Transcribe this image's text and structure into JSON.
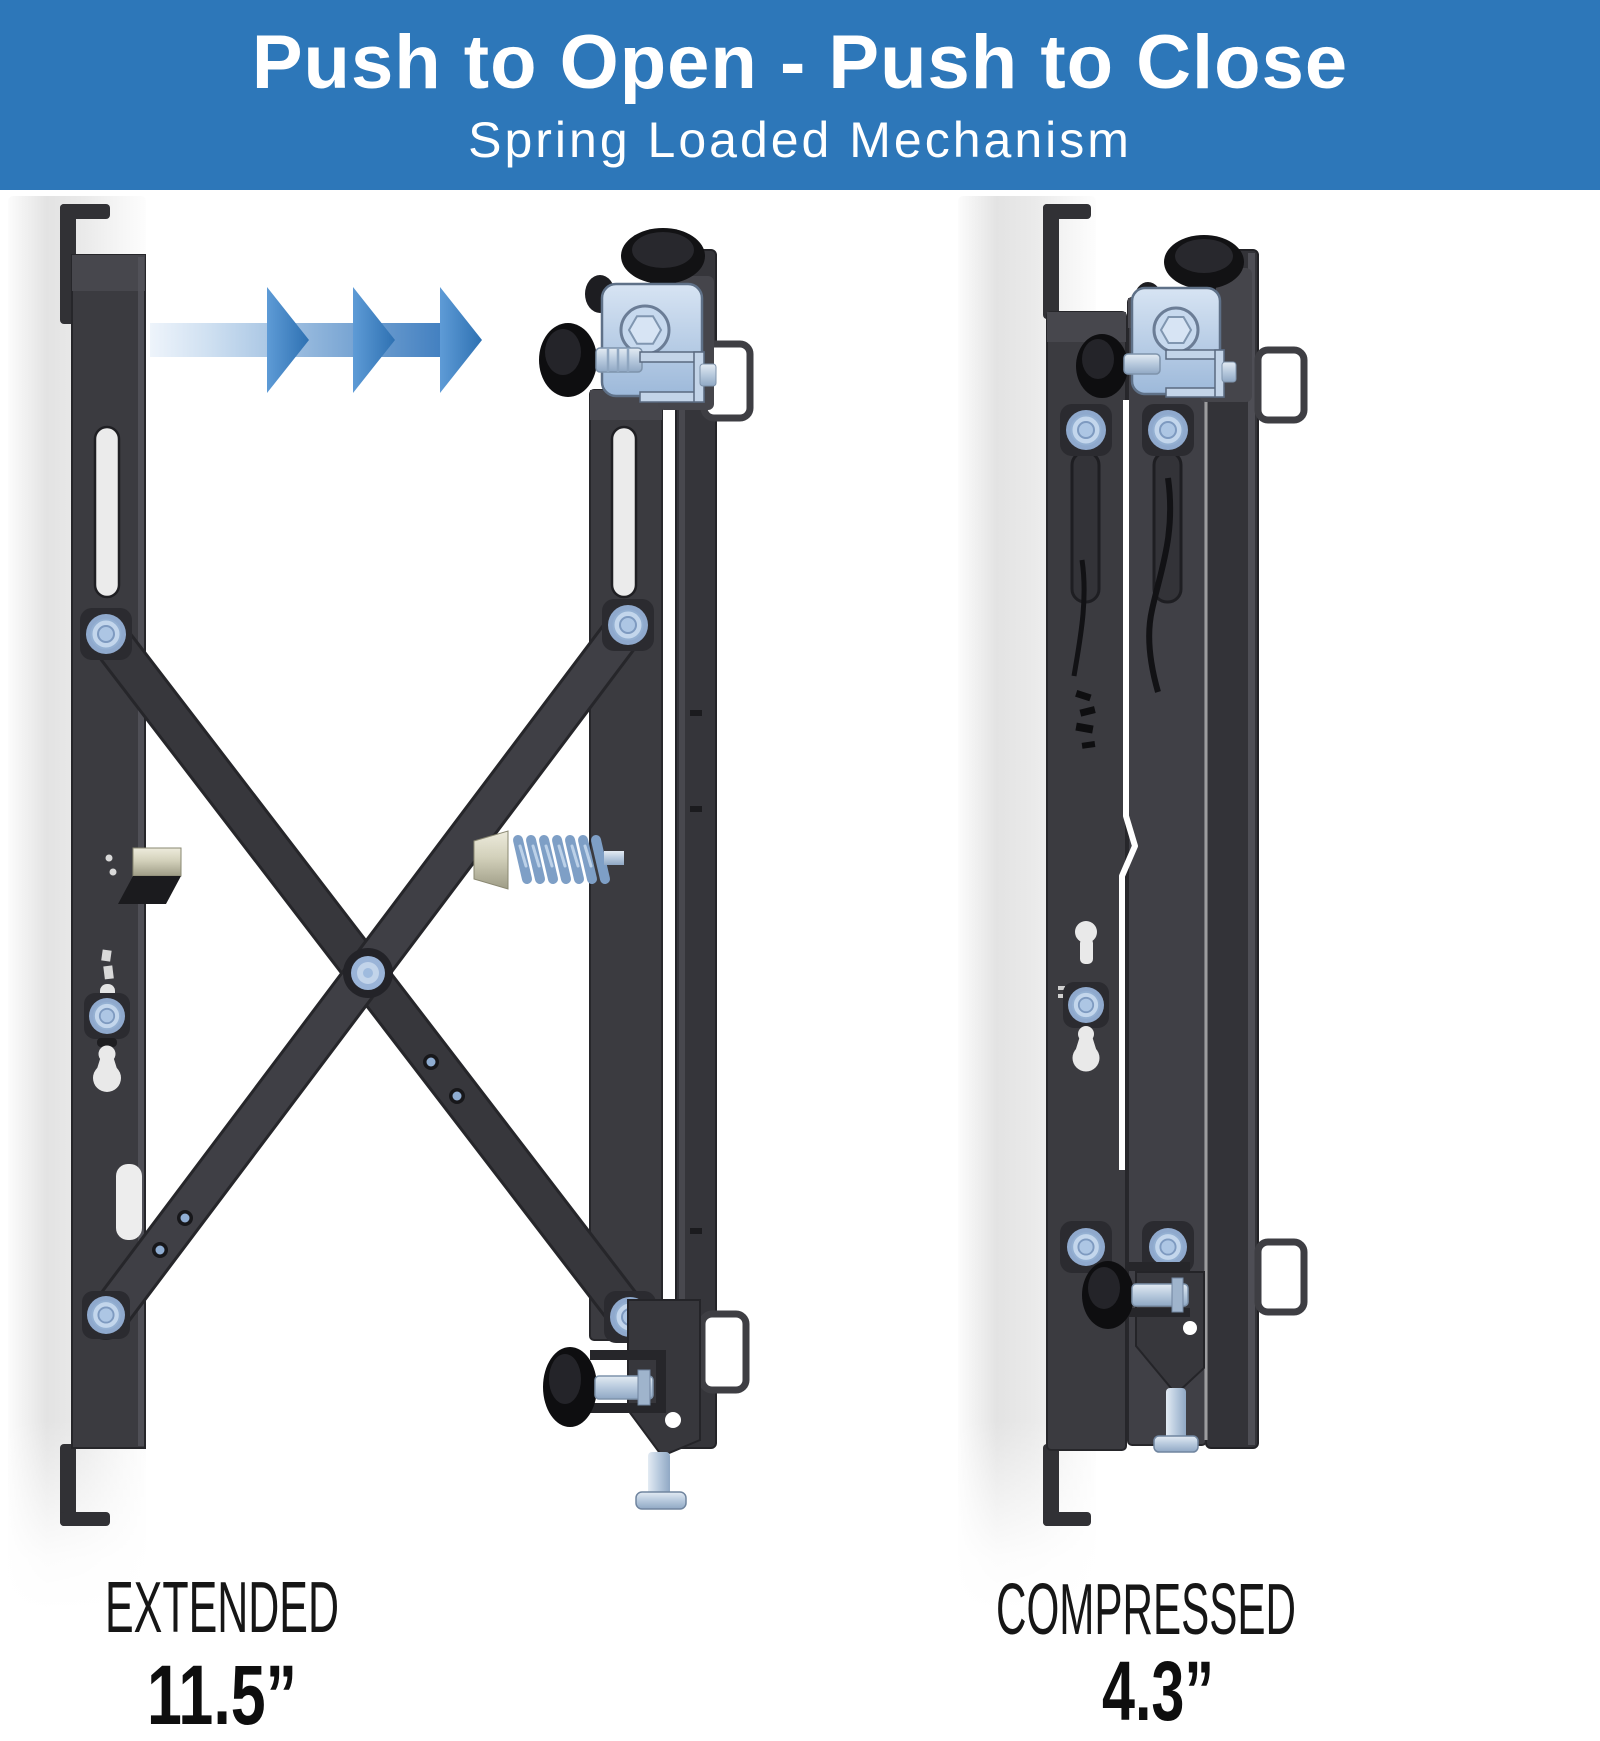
{
  "header": {
    "title": "Push to Open - Push to Close",
    "subtitle": "Spring Loaded Mechanism",
    "background_color": "#2d77b9",
    "text_color": "#ffffff"
  },
  "figures": {
    "extended": {
      "label": "EXTENDED",
      "value": "11.5”"
    },
    "compressed": {
      "label": "COMPRESSED",
      "value": "4.3”"
    }
  },
  "icons": {
    "direction_arrows": "triple-chevron-right-arrow"
  },
  "colors": {
    "header_blue": "#2d77b9",
    "arrow_blue": "#3b81c2",
    "metal_dark": "#3b3b40",
    "hardware_blue": "#a9c2e0",
    "silver_blue": "#b6c8dc",
    "spring_beige": "#cfcdb6",
    "wall_gray": "#e6e6e6",
    "label_text": "#161616",
    "background": "#ffffff"
  }
}
